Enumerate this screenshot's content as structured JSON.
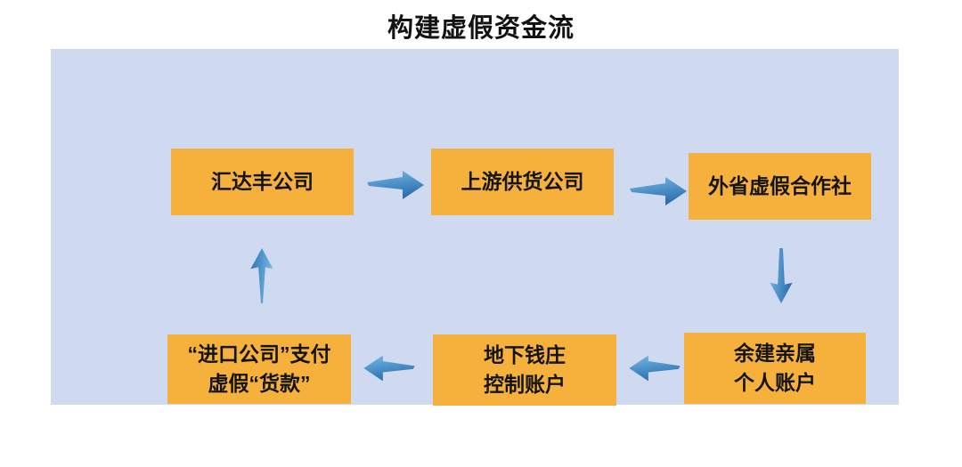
{
  "title": "构建虚假资金流",
  "colors": {
    "background": "#ffffff",
    "panel": "#cfdaf1",
    "node_fill": "#f6b13c",
    "node_text": "#141414",
    "arrow_light": "#74b9e8",
    "arrow_dark": "#2d6fae"
  },
  "nodes": [
    {
      "name": "huidafeng-company",
      "lines": [
        "汇达丰公司"
      ]
    },
    {
      "name": "upstream-supplier",
      "lines": [
        "上游供货公司"
      ]
    },
    {
      "name": "out-province-fake-coop",
      "lines": [
        "外省虚假合作社"
      ]
    },
    {
      "name": "import-company-payment",
      "lines": [
        "“进口公司”支付",
        "虚假“货款”"
      ]
    },
    {
      "name": "underground-bank-account",
      "lines": [
        "地下钱庄",
        "控制账户"
      ]
    },
    {
      "name": "yujian-relative-account",
      "lines": [
        "余建亲属",
        "个人账户"
      ]
    }
  ],
  "arrows": [
    {
      "name": "huidafeng-to-upstream",
      "direction": "right"
    },
    {
      "name": "upstream-to-coop",
      "direction": "right"
    },
    {
      "name": "coop-to-relatives",
      "direction": "down"
    },
    {
      "name": "relatives-to-underground",
      "direction": "left"
    },
    {
      "name": "underground-to-import",
      "direction": "left"
    },
    {
      "name": "import-to-huidafeng",
      "direction": "up"
    }
  ]
}
